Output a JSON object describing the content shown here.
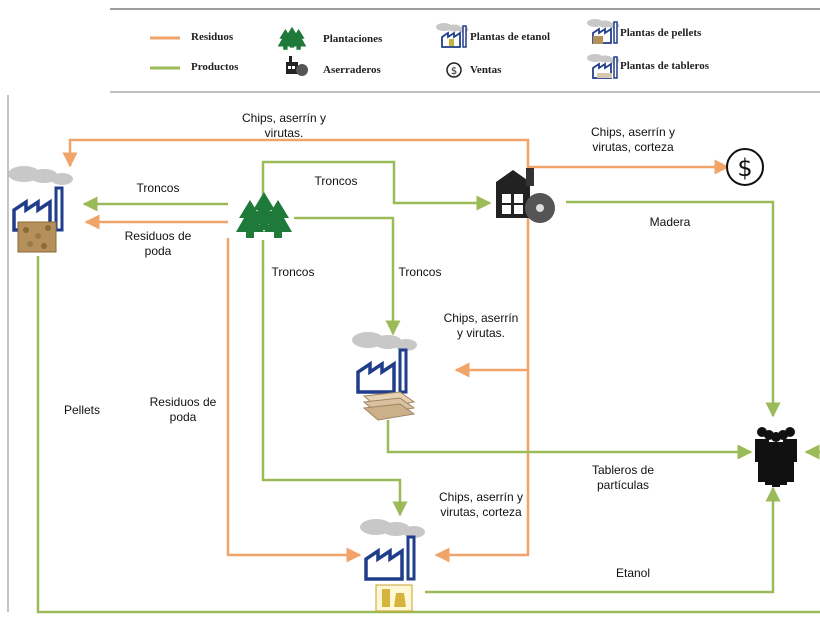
{
  "legend": {
    "residuos": "Residuos",
    "productos": "Productos",
    "plantaciones": "Plantaciones",
    "aserraderos": "Aserraderos",
    "plantas_etanol": "Plantas de etanol",
    "ventas": "Ventas",
    "plantas_pellets": "Plantas de pellets",
    "plantas_tableros": "Plantas de tableros"
  },
  "flows": {
    "chips_top": "Chips, aserrín y\nvirutas.",
    "chips_corteza_right": "Chips, aserrín y\nvirutas, corteza",
    "troncos_left": "Troncos",
    "troncos_top": "Troncos",
    "residuos_poda_left": "Residuos de\npoda",
    "madera": "Madera",
    "troncos_down": "Troncos",
    "troncos_mid": "Troncos",
    "chips_mid": "Chips, aserrín\ny virutas.",
    "pellets": "Pellets",
    "residuos_poda_mid": "Residuos de\npoda",
    "tableros": "Tableros de\npartículas",
    "chips_corteza_bottom": "Chips, aserrín y\nvirutas, corteza",
    "etanol": "Etanol"
  },
  "colors": {
    "residuos": "#f0a46a",
    "productos": "#9bbb59",
    "navy": "#1f3d8a",
    "forest": "#1f7a3a"
  },
  "icons": [
    "pellet-plant-icon",
    "plantation-icon",
    "sawmill-icon",
    "sales-icon",
    "board-plant-icon",
    "ethanol-plant-icon",
    "consumers-icon"
  ]
}
